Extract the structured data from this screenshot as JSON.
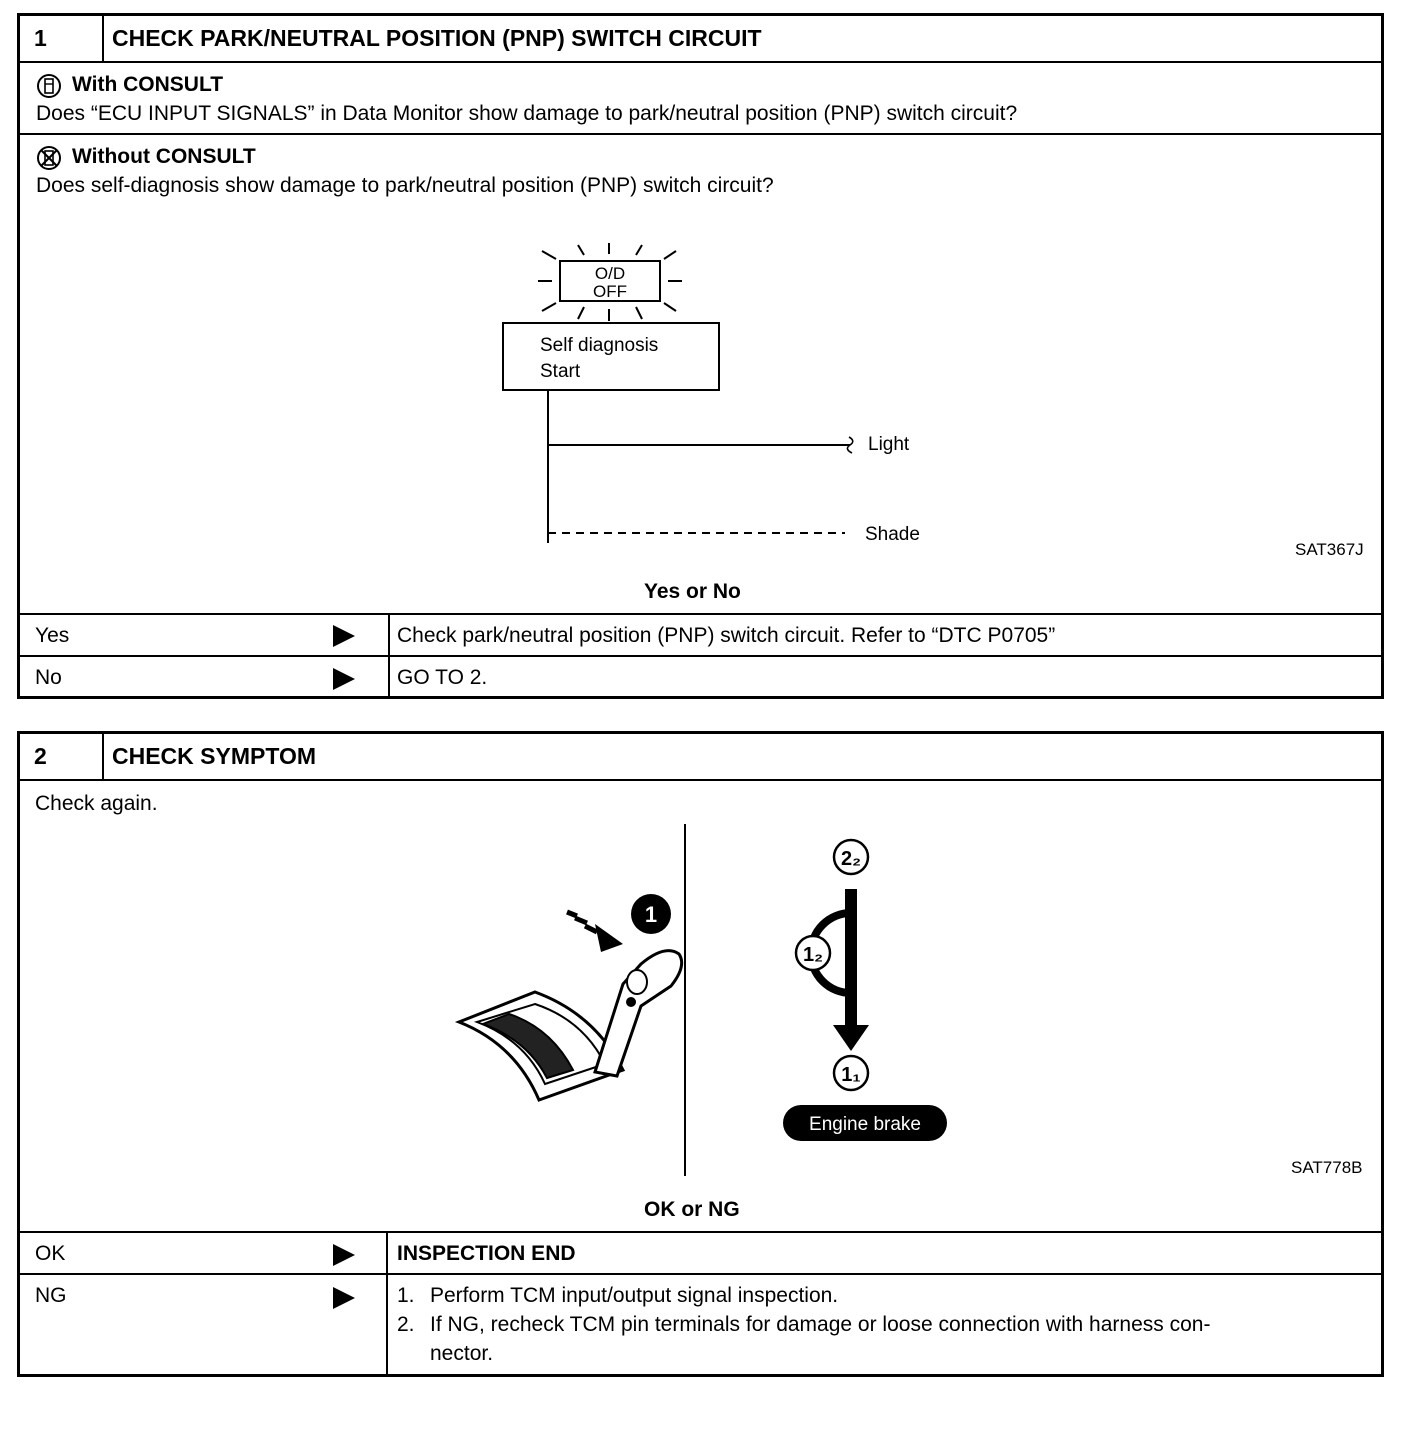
{
  "step1": {
    "number": "1",
    "title": "CHECK PARK/NEUTRAL POSITION (PNP) SWITCH CIRCUIT",
    "with_consult_label": "With CONSULT",
    "with_consult_text": "Does “ECU INPUT SIGNALS” in Data Monitor show damage to park/neutral position (PNP) switch circuit?",
    "without_consult_label": "Without CONSULT",
    "without_consult_text": "Does self-diagnosis show damage to park/neutral position (PNP) switch circuit?",
    "diagram": {
      "lamp_line1": "O/D",
      "lamp_line2": "OFF",
      "box_line1": "Self diagnosis",
      "box_line2": "Start",
      "light_label": "Light",
      "shade_label": "Shade",
      "code": "SAT367J"
    },
    "question": "Yes or No",
    "rows": [
      {
        "answer": "Yes",
        "action": "Check park/neutral position (PNP) switch circuit. Refer to “DTC P0705”"
      },
      {
        "answer": "No",
        "action": "GO TO 2."
      }
    ]
  },
  "step2": {
    "number": "2",
    "title": "CHECK SYMPTOM",
    "intro": "Check again.",
    "diagram": {
      "step_marker": "1",
      "top_gear": "2₂",
      "mid_gear": "1₂",
      "bottom_gear": "1₁",
      "engine_brake_label": "Engine brake",
      "code": "SAT778B"
    },
    "question": "OK or NG",
    "rows": [
      {
        "answer": "OK",
        "action": "INSPECTION END"
      },
      {
        "answer": "NG",
        "steps": [
          {
            "n": "1.",
            "text": "Perform TCM input/output signal inspection."
          },
          {
            "n": "2.",
            "line1": "If NG, recheck TCM pin terminals for damage or loose connection with harness con-",
            "line2": "nector."
          }
        ]
      }
    ]
  }
}
